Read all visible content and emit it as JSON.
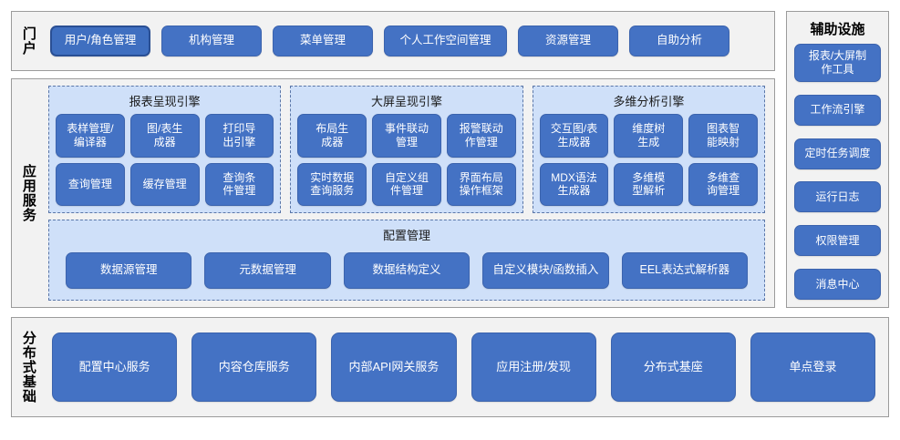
{
  "portal": {
    "label": "门户",
    "items": [
      {
        "text": "用户/角色管理",
        "highlight": true,
        "width": 110
      },
      {
        "text": "机构管理",
        "highlight": false,
        "width": 110
      },
      {
        "text": "菜单管理",
        "highlight": false,
        "width": 110
      },
      {
        "text": "个人工作空间管理",
        "highlight": false,
        "width": 135
      },
      {
        "text": "资源管理",
        "highlight": false,
        "width": 110
      },
      {
        "text": "自助分析",
        "highlight": false,
        "width": 110
      }
    ]
  },
  "aux": {
    "title": "辅助设施",
    "items": [
      {
        "text": "报表/大屏制\n作工具",
        "tall": true
      },
      {
        "text": "工作流引擎",
        "tall": false
      },
      {
        "text": "定时任务调度",
        "tall": false
      },
      {
        "text": "运行日志",
        "tall": false
      },
      {
        "text": "权限管理",
        "tall": false
      },
      {
        "text": "消息中心",
        "tall": false
      }
    ]
  },
  "app_services": {
    "label": "应用服务",
    "engines": [
      {
        "title": "报表呈现引擎",
        "nodes": [
          "表样管理/\n编译器",
          "图/表生\n成器",
          "打印导\n出引擎",
          "查询管理",
          "缓存管理",
          "查询条\n件管理"
        ]
      },
      {
        "title": "大屏呈现引擎",
        "nodes": [
          "布局生\n成器",
          "事件联动\n管理",
          "报警联动\n作管理",
          "实时数据\n查询服务",
          "自定义组\n件管理",
          "界面布局\n操作框架"
        ]
      },
      {
        "title": "多维分析引擎",
        "nodes": [
          "交互图/表\n生成器",
          "维度树\n生成",
          "图表智\n能映射",
          "MDX语法\n生成器",
          "多维模\n型解析",
          "多维查\n询管理"
        ]
      }
    ],
    "config": {
      "title": "配置管理",
      "nodes": [
        "数据源管理",
        "元数据管理",
        "数据结构定义",
        "自定义模块/函数插入",
        "EEL表达式解析器"
      ]
    }
  },
  "distributed": {
    "label": "分布式基础",
    "items": [
      "配置中心服务",
      "内容仓库服务",
      "内部API网关服务",
      "应用注册/发现",
      "分布式基座",
      "单点登录"
    ]
  },
  "colors": {
    "node_blue": "#4472c4",
    "node_blue_highlight": "#3f6fc0",
    "panel_gray": "#f2f2f2",
    "panel_border": "#9b9b9b",
    "group_light_blue": "#cfe0f9",
    "group_dashed_border": "#5a76a8",
    "text_white": "#ffffff",
    "text_black": "#000000"
  }
}
